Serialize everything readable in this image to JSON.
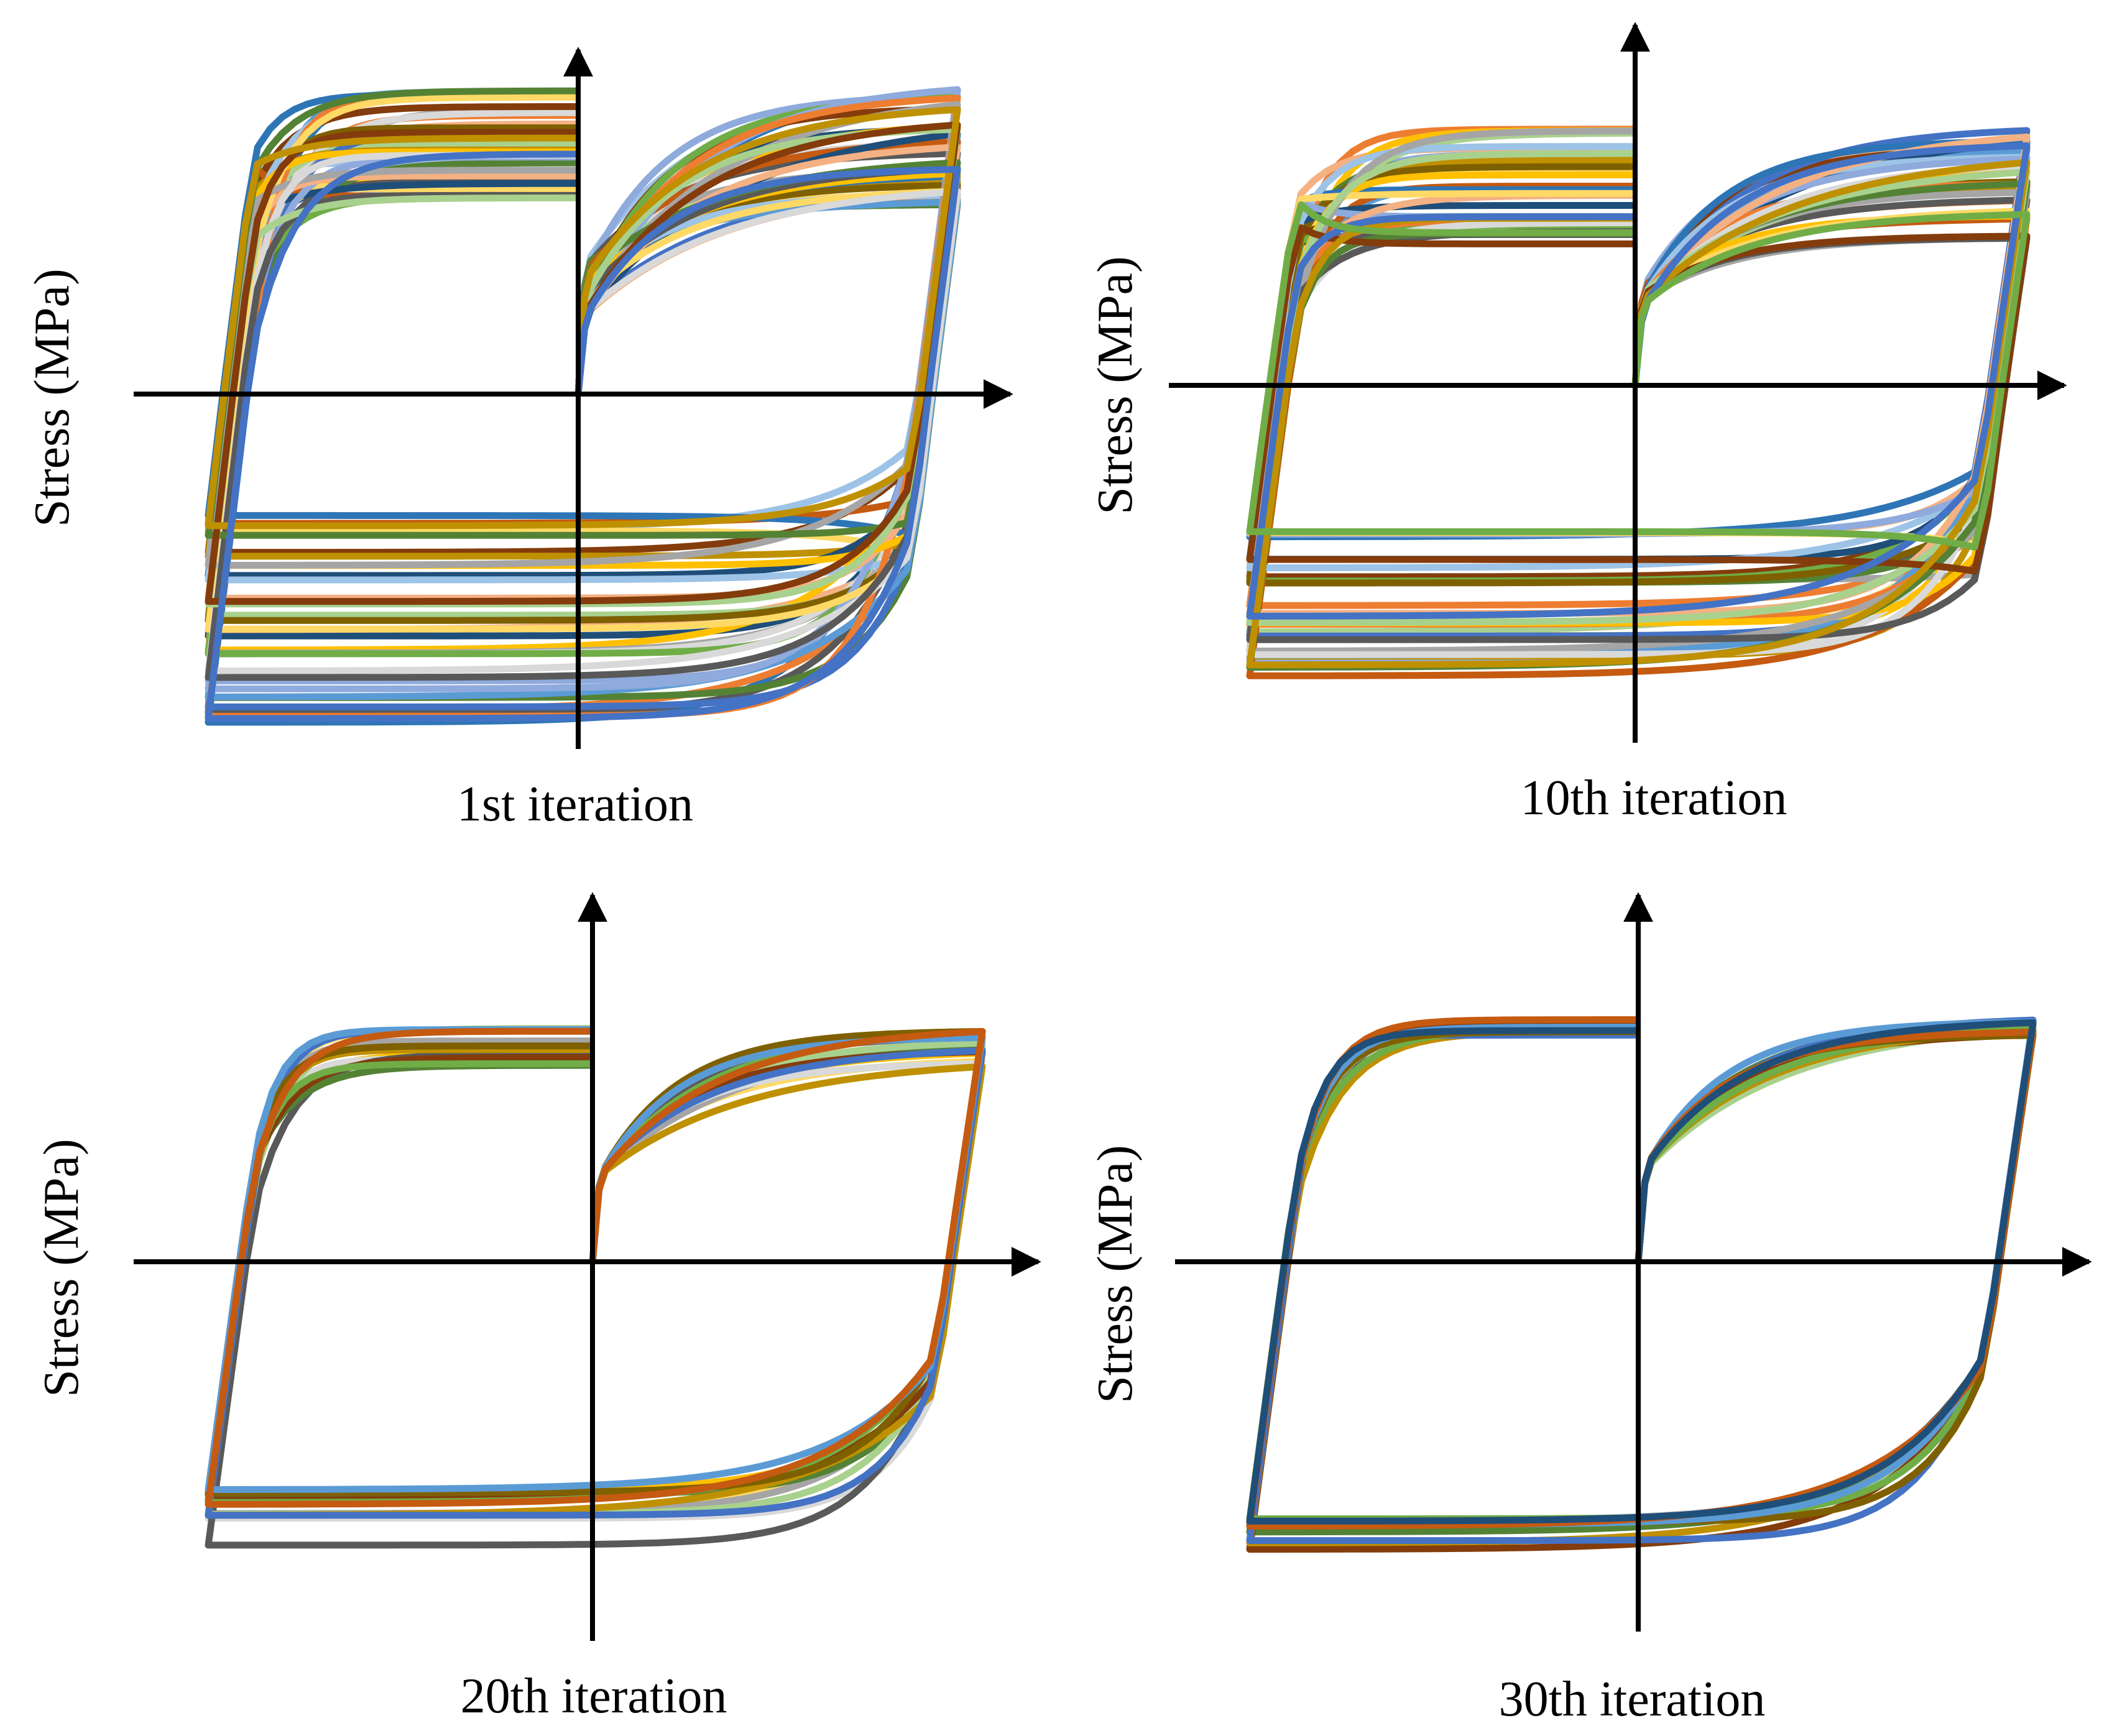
{
  "figure": {
    "panels": [
      {
        "caption": "1st iteration",
        "ylabel": "Stress (MPa)"
      },
      {
        "caption": "10th iteration",
        "ylabel": "Stress (MPa)"
      },
      {
        "caption": "20th iteration",
        "ylabel": "Stress (MPa)"
      },
      {
        "caption": "30th iteration",
        "ylabel": "Stress (MPa)"
      }
    ]
  },
  "palette": [
    "#1f4e79",
    "#2e75b6",
    "#9dc3e6",
    "#8faadc",
    "#ed7d31",
    "#f4b183",
    "#ffc000",
    "#ffd966",
    "#a5a5a5",
    "#d9d9d9",
    "#595959",
    "#548235",
    "#a9d18e",
    "#843c0c",
    "#bf9000",
    "#4472c4",
    "#70ad47",
    "#7f6000",
    "#5b9bd5",
    "#c55a11"
  ],
  "chart_data": [
    {
      "type": "line",
      "title": "1st iteration",
      "ylabel": "Stress (MPa)",
      "xlabel": "",
      "x_axis_arrow": true,
      "y_axis_arrow": true,
      "grid": false,
      "legend": "none",
      "description_of_series": "simulated hysteresis loops, one per trial",
      "series_count": 36,
      "x_range": [
        -1,
        1
      ],
      "y_range": [
        -1,
        1
      ],
      "loop_params": {
        "peak_stress_range": [
          0.58,
          0.96
        ],
        "trough_stress_range": [
          -0.97,
          -0.32
        ],
        "initial_yield_range": [
          0.24,
          0.42
        ],
        "strain_amplitude": 1.0
      }
    },
    {
      "type": "line",
      "title": "10th iteration",
      "ylabel": "Stress (MPa)",
      "xlabel": "",
      "x_axis_arrow": true,
      "y_axis_arrow": true,
      "grid": false,
      "legend": "none",
      "series_count": 34,
      "x_range": [
        -1,
        1
      ],
      "y_range": [
        -1,
        1
      ],
      "loop_params": {
        "peak_stress_range": [
          0.48,
          0.88
        ],
        "trough_stress_range": [
          -0.92,
          -0.46
        ],
        "initial_yield_range": [
          0.26,
          0.34
        ],
        "strain_amplitude": 1.0
      }
    },
    {
      "type": "line",
      "title": "20th iteration",
      "ylabel": "Stress (MPa)",
      "xlabel": "",
      "x_axis_arrow": true,
      "y_axis_arrow": true,
      "grid": false,
      "legend": "none",
      "series_count": 14,
      "x_range": [
        -1,
        1
      ],
      "y_range": [
        -1,
        1
      ],
      "loop_params": {
        "peak_stress_range": [
          0.68,
          0.82
        ],
        "trough_stress_range": [
          -0.92,
          -0.71
        ],
        "initial_yield_range": [
          0.3,
          0.32
        ],
        "strain_amplitude": 1.0
      }
    },
    {
      "type": "line",
      "title": "30th iteration",
      "ylabel": "Stress (MPa)",
      "xlabel": "",
      "x_axis_arrow": true,
      "y_axis_arrow": true,
      "grid": false,
      "legend": "none",
      "series_count": 12,
      "x_range": [
        -1,
        1
      ],
      "y_range": [
        -1,
        1
      ],
      "loop_params": {
        "peak_stress_range": [
          0.77,
          0.83
        ],
        "trough_stress_range": [
          -0.91,
          -0.8
        ],
        "initial_yield_range": [
          0.32,
          0.33
        ],
        "strain_amplitude": 1.0
      }
    }
  ]
}
